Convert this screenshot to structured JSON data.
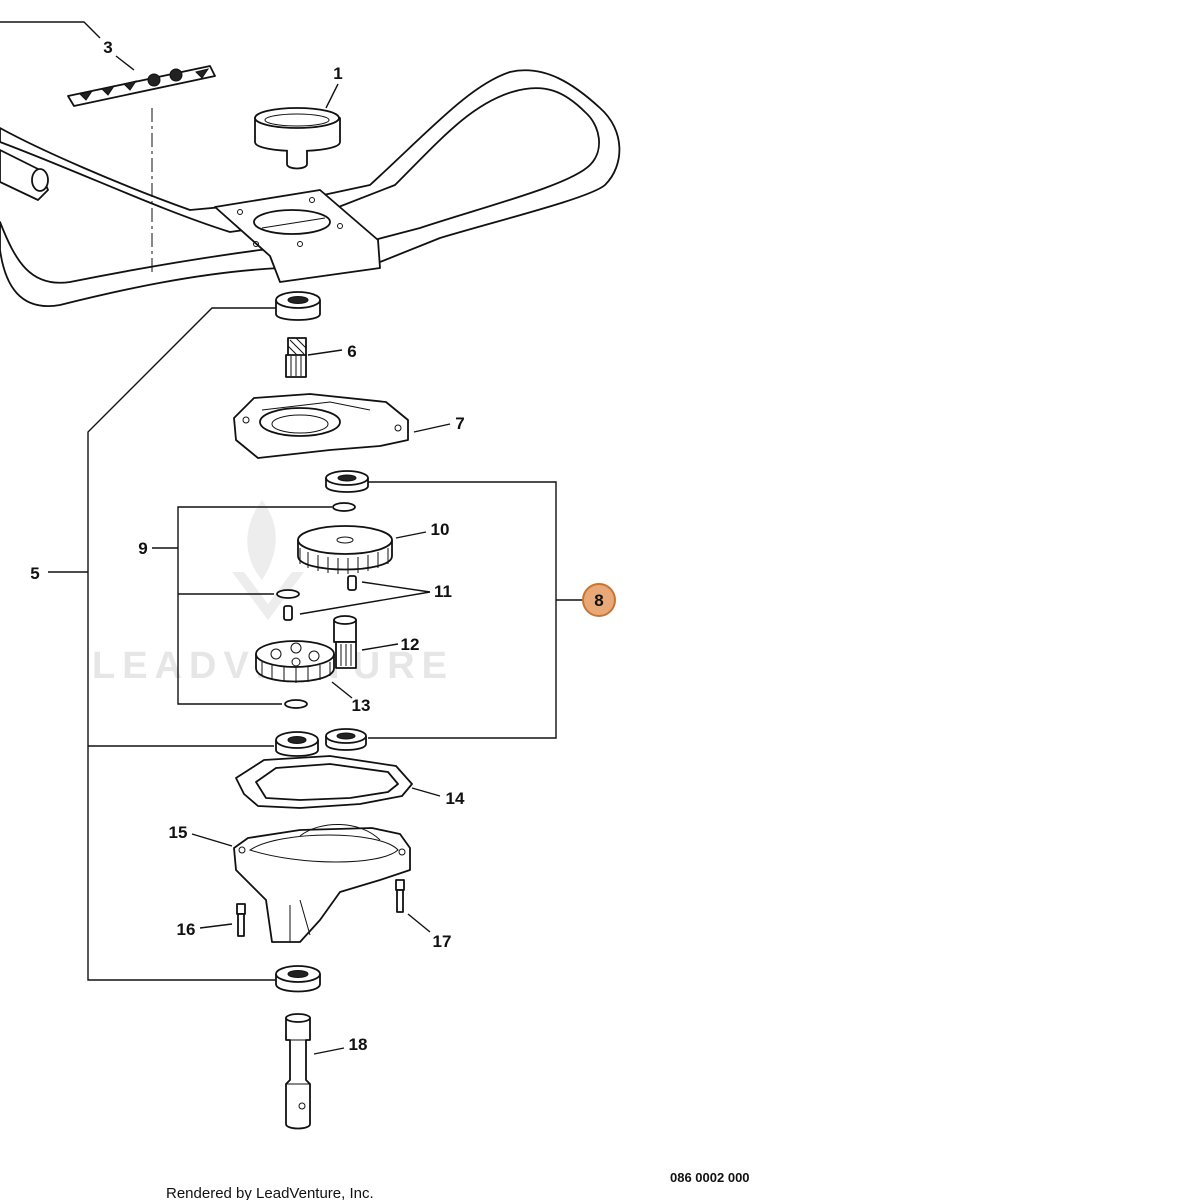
{
  "diagram": {
    "watermark": "LEADVENTURE",
    "drawing_number": "086 0002 000",
    "footer": "Rendered by LeadVenture, Inc.",
    "highlighted_part": "8",
    "highlight_color": "#e8a878",
    "callouts": {
      "c1": "1",
      "c3": "3",
      "c5": "5",
      "c6": "6",
      "c7": "7",
      "c8": "8",
      "c9": "9",
      "c10": "10",
      "c11": "11",
      "c12": "12",
      "c13": "13",
      "c14": "14",
      "c15": "15",
      "c16": "16",
      "c17": "17",
      "c18": "18"
    }
  }
}
